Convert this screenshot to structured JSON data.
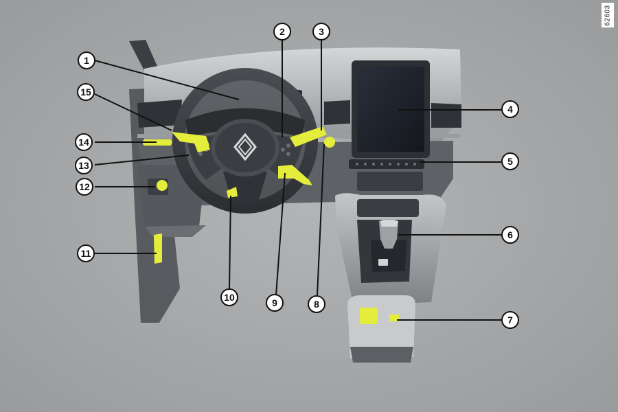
{
  "figure": {
    "reference_code": "62603",
    "colors": {
      "background": "#a7a9ab",
      "highlight": "#e4ec3c",
      "callout_fill": "#ffffff",
      "callout_stroke": "#111111",
      "dashboard": "#3a3c40",
      "dashboard_light": "#c9cbcd",
      "screen": "#1c2029"
    },
    "icons": [
      "renault-logo-icon"
    ]
  },
  "callouts": [
    {
      "label": "1"
    },
    {
      "label": "2"
    },
    {
      "label": "3"
    },
    {
      "label": "4"
    },
    {
      "label": "5"
    },
    {
      "label": "6"
    },
    {
      "label": "7"
    },
    {
      "label": "8"
    },
    {
      "label": "9"
    },
    {
      "label": "10"
    },
    {
      "label": "11"
    },
    {
      "label": "12"
    },
    {
      "label": "13"
    },
    {
      "label": "14"
    },
    {
      "label": "15"
    }
  ]
}
